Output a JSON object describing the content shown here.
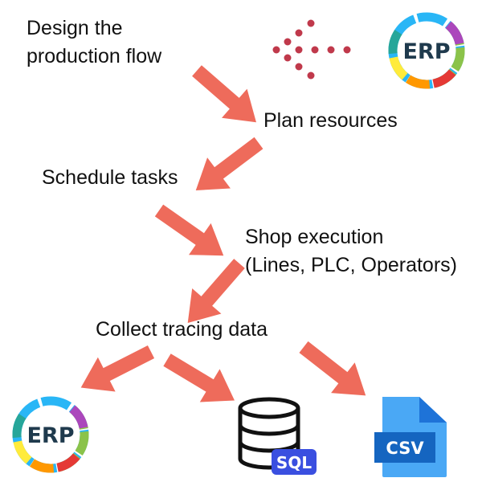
{
  "steps": [
    {
      "line1": "Design the",
      "line2": "production flow"
    },
    {
      "line1": "Plan resources"
    },
    {
      "line1": "Schedule tasks"
    },
    {
      "line1": "Shop execution",
      "line2": "(Lines, PLC, Operators)"
    },
    {
      "line1": "Collect tracing data"
    }
  ],
  "logos": {
    "erp_text": "ERP",
    "sql_text": "SQL",
    "csv_text": "CSV"
  },
  "colors": {
    "arrow": "#EE6B5B",
    "dots": "#C0394B",
    "sql_badge": "#3A4FE0",
    "csv_page": "#4AA8F5",
    "csv_fold": "#1E73D8",
    "csv_band": "#1565C0"
  }
}
